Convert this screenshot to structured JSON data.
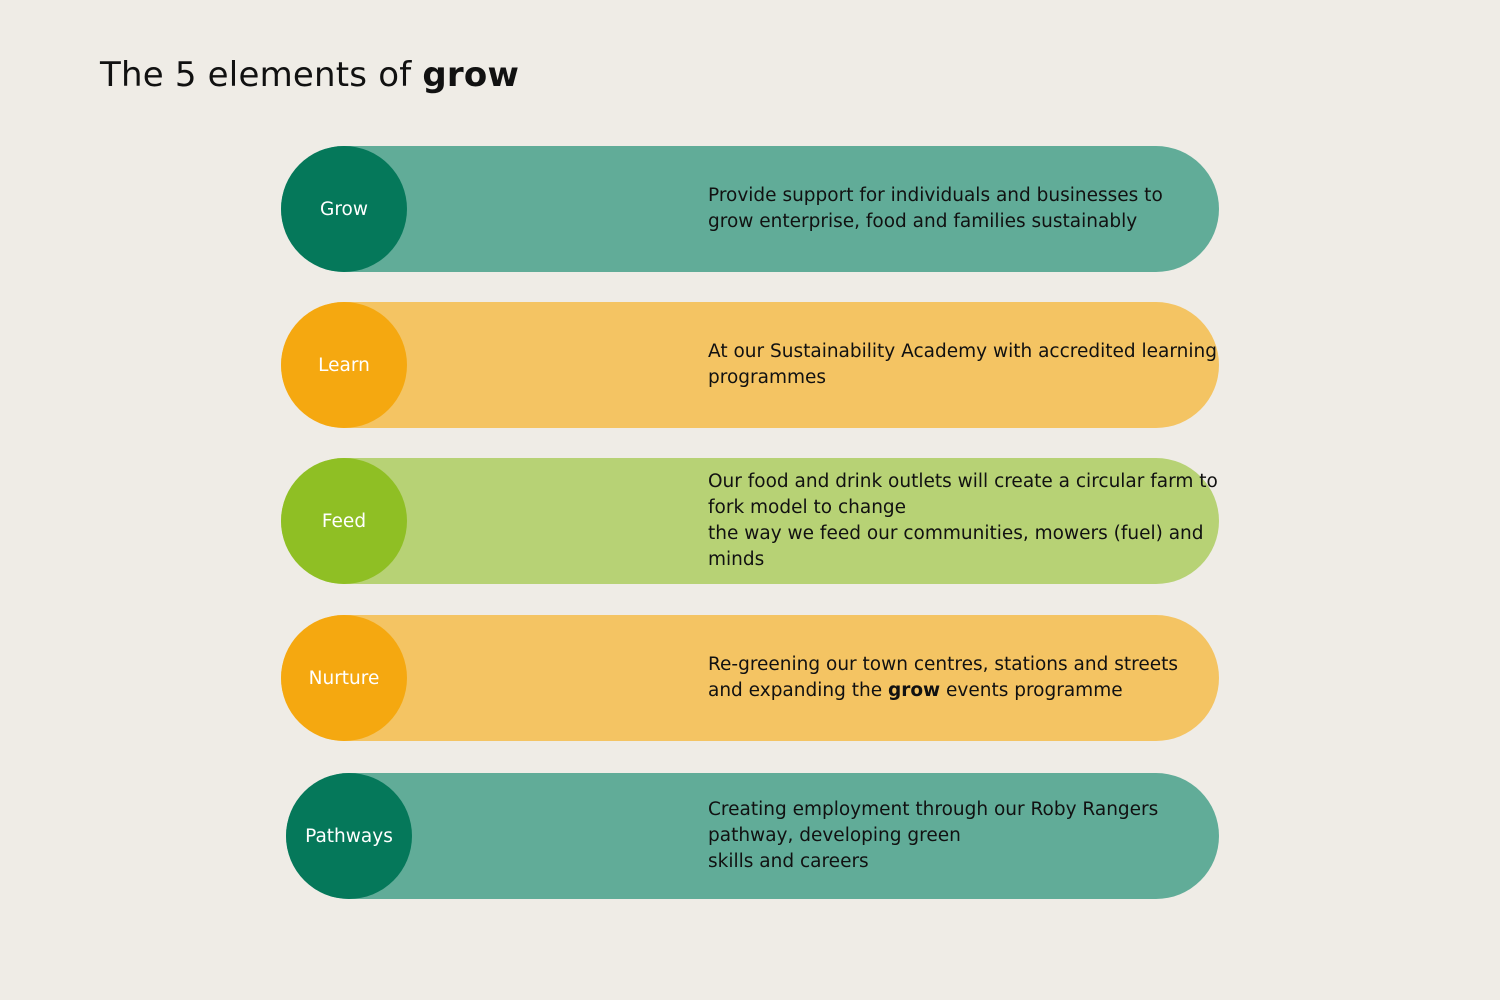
{
  "title": {
    "prefix": "The 5 elements of ",
    "emphasis": "grow"
  },
  "elements": [
    {
      "label": "Grow",
      "description": [
        {
          "text": "Provide support for individuals and businesses to\ngrow enterprise, food and families sustainably",
          "bold": false
        }
      ],
      "circle_color": "#05785a",
      "pill_color": "#61ac98"
    },
    {
      "label": "Learn",
      "description": [
        {
          "text": "At our Sustainability Academy with accredited learning programmes",
          "bold": false
        }
      ],
      "circle_color": "#f5a810",
      "pill_color": "#f4c463"
    },
    {
      "label": "Feed",
      "description": [
        {
          "text": "Our food and drink outlets will create a circular farm to fork model to change\nthe way we feed our communities, mowers (fuel) and minds",
          "bold": false
        }
      ],
      "circle_color": "#8fbf24",
      "pill_color": "#b7d275"
    },
    {
      "label": "Nurture",
      "description": [
        {
          "text": "Re-greening our town centres, stations and streets\nand expanding the ",
          "bold": false
        },
        {
          "text": "grow",
          "bold": true
        },
        {
          "text": " events programme",
          "bold": false
        }
      ],
      "circle_color": "#f5a810",
      "pill_color": "#f4c463"
    },
    {
      "label": "Pathways",
      "description": [
        {
          "text": "Creating employment through our Roby Rangers pathway, developing green\nskills and careers",
          "bold": false
        }
      ],
      "circle_color": "#05785a",
      "pill_color": "#61ac98"
    }
  ]
}
